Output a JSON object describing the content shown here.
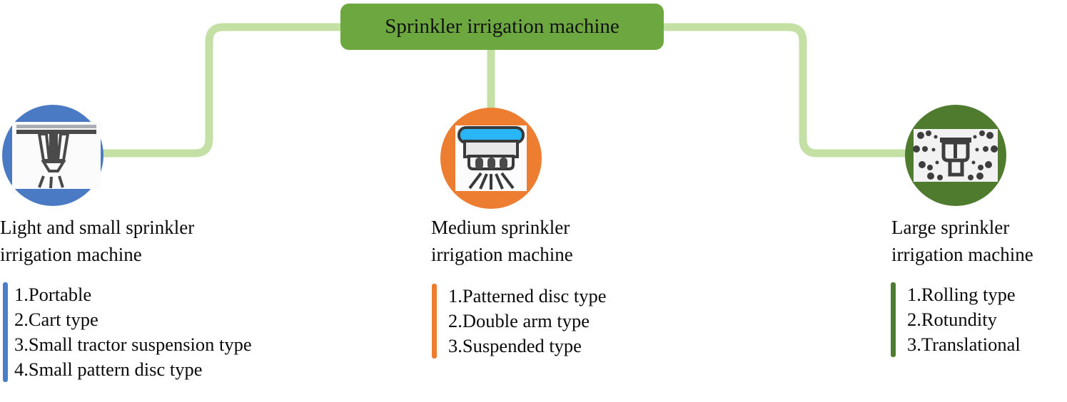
{
  "diagram": {
    "root": {
      "label": "Sprinkler irrigation machine",
      "fill": "#6CA83F",
      "text_color": "#111111"
    },
    "connector_color": "#C5E0A5",
    "branches": [
      {
        "id": "light-small",
        "title": "Light and small sprinkler\nirrigation machine",
        "icon_name": "overhead-sprinkler-nozzle-icon",
        "circle_color": "#4A7AC4",
        "bar_color": "#4A7EC8",
        "items": [
          "1.Portable",
          "2.Cart type",
          "3.Small tractor suspension type",
          "4.Small pattern disc type"
        ]
      },
      {
        "id": "medium",
        "title": "Medium sprinkler\nirrigation machine",
        "icon_name": "sprinkler-head-spray-icon",
        "circle_color": "#ED7D31",
        "bar_color": "#ED7D31",
        "icon_accent_color": "#29B6F6",
        "items": [
          "1.Patterned disc type",
          "2.Double arm type",
          "3.Suspended type"
        ]
      },
      {
        "id": "large",
        "title": "Large sprinkler\nirrigation machine",
        "icon_name": "rotating-sprinkler-droplets-icon",
        "circle_color": "#4E7B2E",
        "bar_color": "#4E7B2E",
        "items": [
          "1.Rolling type",
          "2.Rotundity",
          "3.Translational"
        ]
      }
    ]
  }
}
